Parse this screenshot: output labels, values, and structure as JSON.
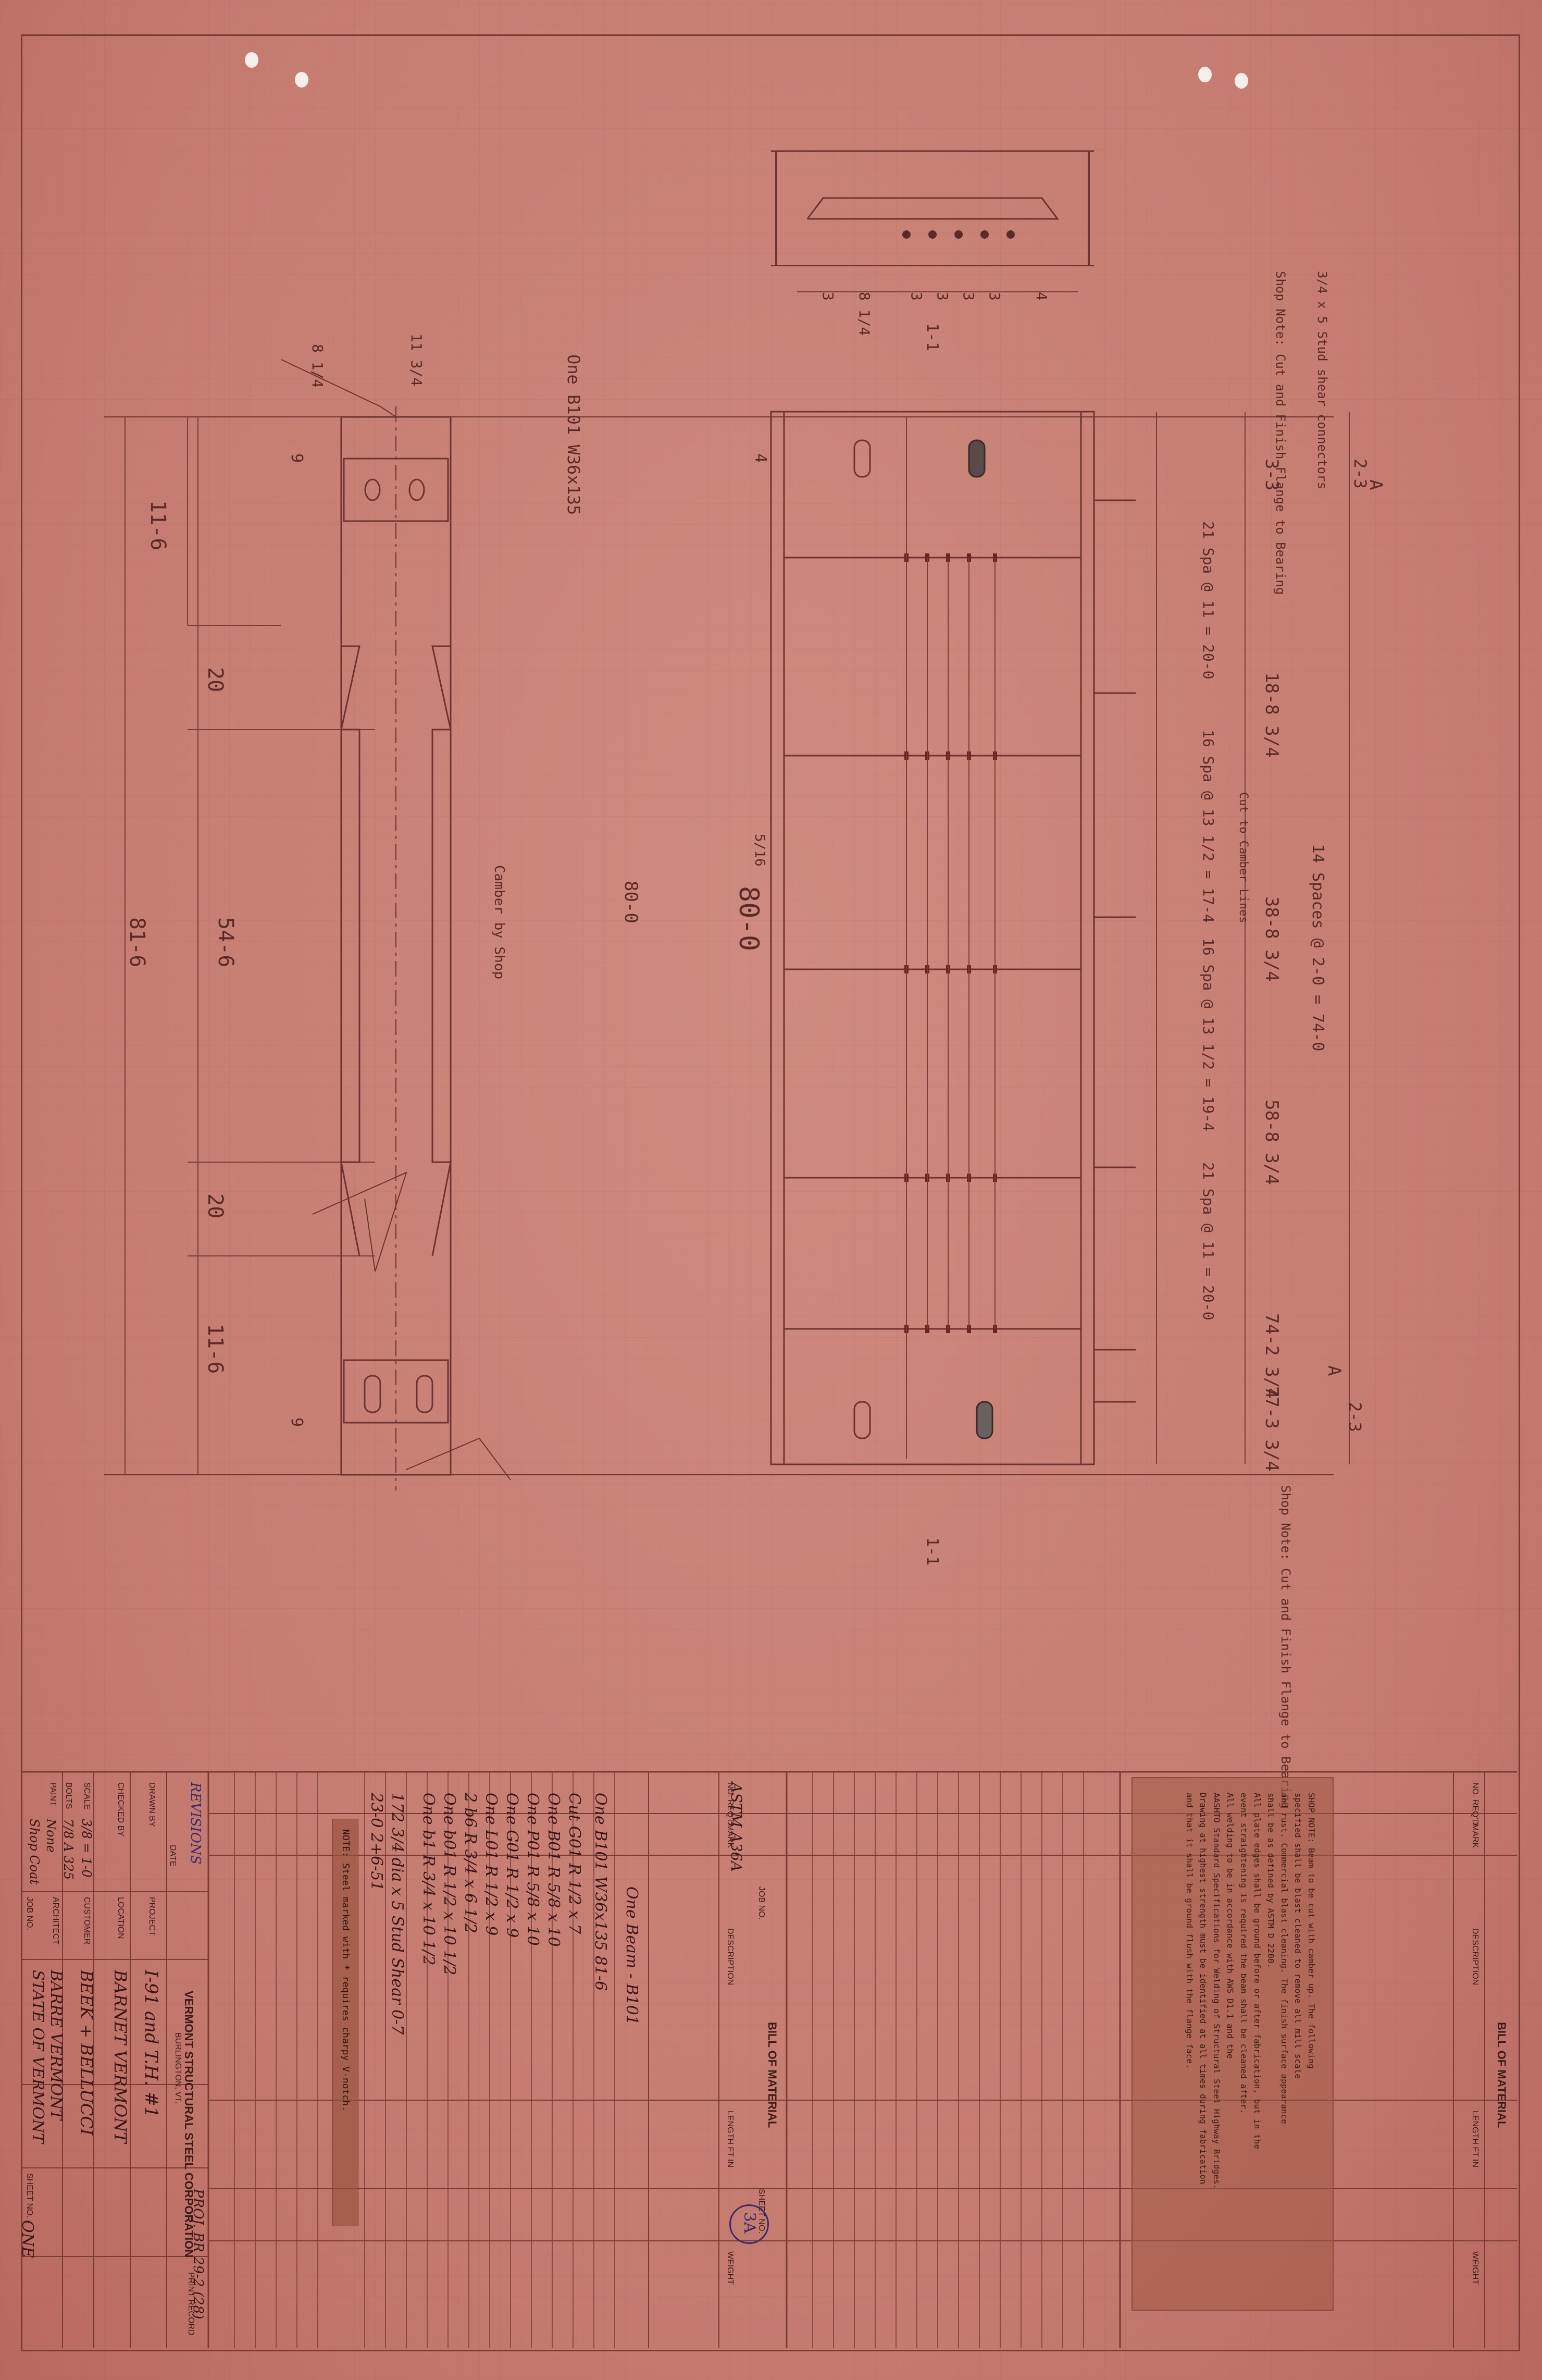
{
  "title_block": {
    "company": "VERMONT STRUCTURAL STEEL CORPORATION",
    "city": "BURLINGTON, VT.",
    "project_label": "PROJECT",
    "project_value": "I-91 and T.H. #1",
    "location_label": "LOCATION",
    "location_value": "BARNET VERMONT",
    "customer_label": "CUSTOMER",
    "customer_value": "BEEK + BELLUCCI",
    "architect_label": "ARCHITECT",
    "architect_value": "BARRE VERMONT",
    "engineer_value": "STATE OF VERMONT",
    "job_label": "JOB NO.",
    "sheet_label": "SHEET NO.",
    "sheet_value": "ONE",
    "drawn_by_label": "DRAWN BY",
    "checked_by_label": "CHECKED BY",
    "date_label": "DATE",
    "scale_label": "SCALE",
    "scale_value": "3/8 = 1-0",
    "bolts_label": "BOLTS",
    "bolts_value": "7/8 A 325",
    "paint_label": "PAINT",
    "paint_value": "None",
    "shop_label": "Shop Coat",
    "revisions_label": "REVISIONS",
    "print_record_label": "PRINT RECORD",
    "proj_no": "PROJ. BR 29-2 (28)"
  },
  "bom_left": {
    "title": "BILL OF MATERIAL",
    "job_no": "JOB NO.",
    "sheet_no": "SHEET NO.",
    "astm": "ASTM A36A",
    "cols": [
      "NO. REQ'D",
      "MARK",
      "DESCRIPTION",
      "LENGTH FT IN",
      "WEIGHT"
    ],
    "stamp": "3A",
    "rows": [
      "One Beam - B101",
      "One B101  W36x135  81-6",
      "Cut G01  R 1/2 x 7",
      "One B01  R 5/8 x 10",
      "One P01  R 5/8 x 10",
      "One G01  R 1/2 x 9",
      "One L01  R 1/2 x 9",
      "2 b6  R 3/4 x 6 1/2",
      "One b01  R 1/2 x 10 1/2",
      "One b1  R 3/4 x 10 1/2",
      "172 3/4 dia x 5 Stud Shear 0-7",
      "23-0 2+6-51"
    ],
    "note": "NOTE: Steel marked with * requires charpy V-notch."
  },
  "bom_right": {
    "title": "BILL OF MATERIAL",
    "cols": [
      "NO. REQ'D",
      "MARK",
      "DESCRIPTION",
      "LENGTH FT IN",
      "WEIGHT"
    ],
    "notes": [
      "SHOP NOTE: Beam to be cut with camber up. The following",
      "specified shall be blast cleaned to remove all mill scale",
      "and rust. Commercial blast cleaning. The finish surface appearance",
      "shall be as defined by ASTM D 2200.",
      "All plate edges shall be ground before or after fabrication, but in the",
      "event straightening is required the beam shall be cleaned after.",
      "All welding to be in accordance with AWS D1.1 and the",
      "AASHTO Standard Specifications for Welding of Structural Steel Highway Bridges.",
      "Drawing at highest strength must be identified at all times during fabrication",
      "and that it shall be ground flush with the flange face."
    ]
  },
  "drawing": {
    "plan_title": "One B101  W36x135",
    "length_total": "81-6",
    "length_cl": "80-0",
    "span_1": "11-6",
    "span_2": "20",
    "span_3": "54-6",
    "span_4": "20",
    "span_5": "11-6",
    "elev_label": "80-0",
    "camber_note": "Camber by Shop",
    "stiff_sp_1": "21 Spa @ 11 = 20-0",
    "stiff_sp_2": "16 Spa @ 13 1/2 = 17-4",
    "stiff_sp_3": "16 Spa @ 13 1/2 = 19-4",
    "stiff_sp_4": "21 Spa @ 11 = 20-0",
    "ord_1": "3-3",
    "ord_2": "18-8 3/4",
    "ord_3": "38-8 3/4",
    "ord_4": "58-8 3/4",
    "ord_5": "74-2 3/4",
    "ord_6": "77-3 3/4",
    "ord_total": "14 Spaces @ 2-0 = 74-0",
    "shop_note_top": "Shop Note: Cut and Finish Flange to Bearing",
    "shop_note_bot": "Shop Note: Cut and Finish Flange to Bearing",
    "stud_note": "3/4 x 5 Stud shear connectors",
    "section_1": "1-1",
    "sec_dims": [
      "3",
      "8 1/4",
      "3",
      "3",
      "3",
      "3",
      "4"
    ],
    "weld": "5/16",
    "mark_ab": "A",
    "bearing": "2-3",
    "dim_4": "4",
    "dim_9": "9",
    "dim_11": "11 3/4",
    "dim_8": "8 1/4",
    "fl_note": "Cut to Camber Lines"
  }
}
